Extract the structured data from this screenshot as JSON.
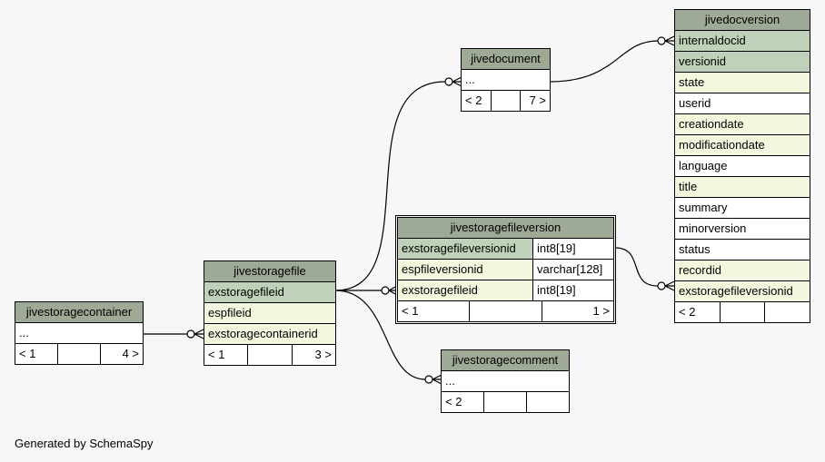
{
  "footer_text": "Generated by SchemaSpy",
  "tables": {
    "jivestoragecontainer": {
      "name": "jivestoragecontainer",
      "columns": [
        "..."
      ],
      "parents": "< 1",
      "children": "4 >"
    },
    "jivestoragefile": {
      "name": "jivestoragefile",
      "columns": [
        "exstoragefileid",
        "espfileid",
        "exstoragecontainerid"
      ],
      "parents": "< 1",
      "children": "3 >"
    },
    "jivedocument": {
      "name": "jivedocument",
      "columns": [
        "..."
      ],
      "parents": "< 2",
      "children": "7 >"
    },
    "jivestoragefileversion": {
      "name": "jivestoragefileversion",
      "columns": [
        {
          "name": "exstoragefileversionid",
          "type": "int8[19]"
        },
        {
          "name": "espfileversionid",
          "type": "varchar[128]"
        },
        {
          "name": "exstoragefileid",
          "type": "int8[19]"
        }
      ],
      "parents": "< 1",
      "children": "1 >"
    },
    "jivestoragecomment": {
      "name": "jivestoragecomment",
      "columns": [
        "..."
      ],
      "parents": "< 2",
      "children": ""
    },
    "jivedocversion": {
      "name": "jivedocversion",
      "columns": [
        "internaldocid",
        "versionid",
        "state",
        "userid",
        "creationdate",
        "modificationdate",
        "language",
        "title",
        "summary",
        "minorversion",
        "status",
        "recordid",
        "exstoragefileversionid"
      ],
      "parents": "< 2",
      "children": ""
    }
  },
  "colors": {
    "header": "#9eaa95",
    "primary_key": "#bfd1b8",
    "foreign_key": "#f4f7de",
    "background": "#f7f7f7"
  }
}
